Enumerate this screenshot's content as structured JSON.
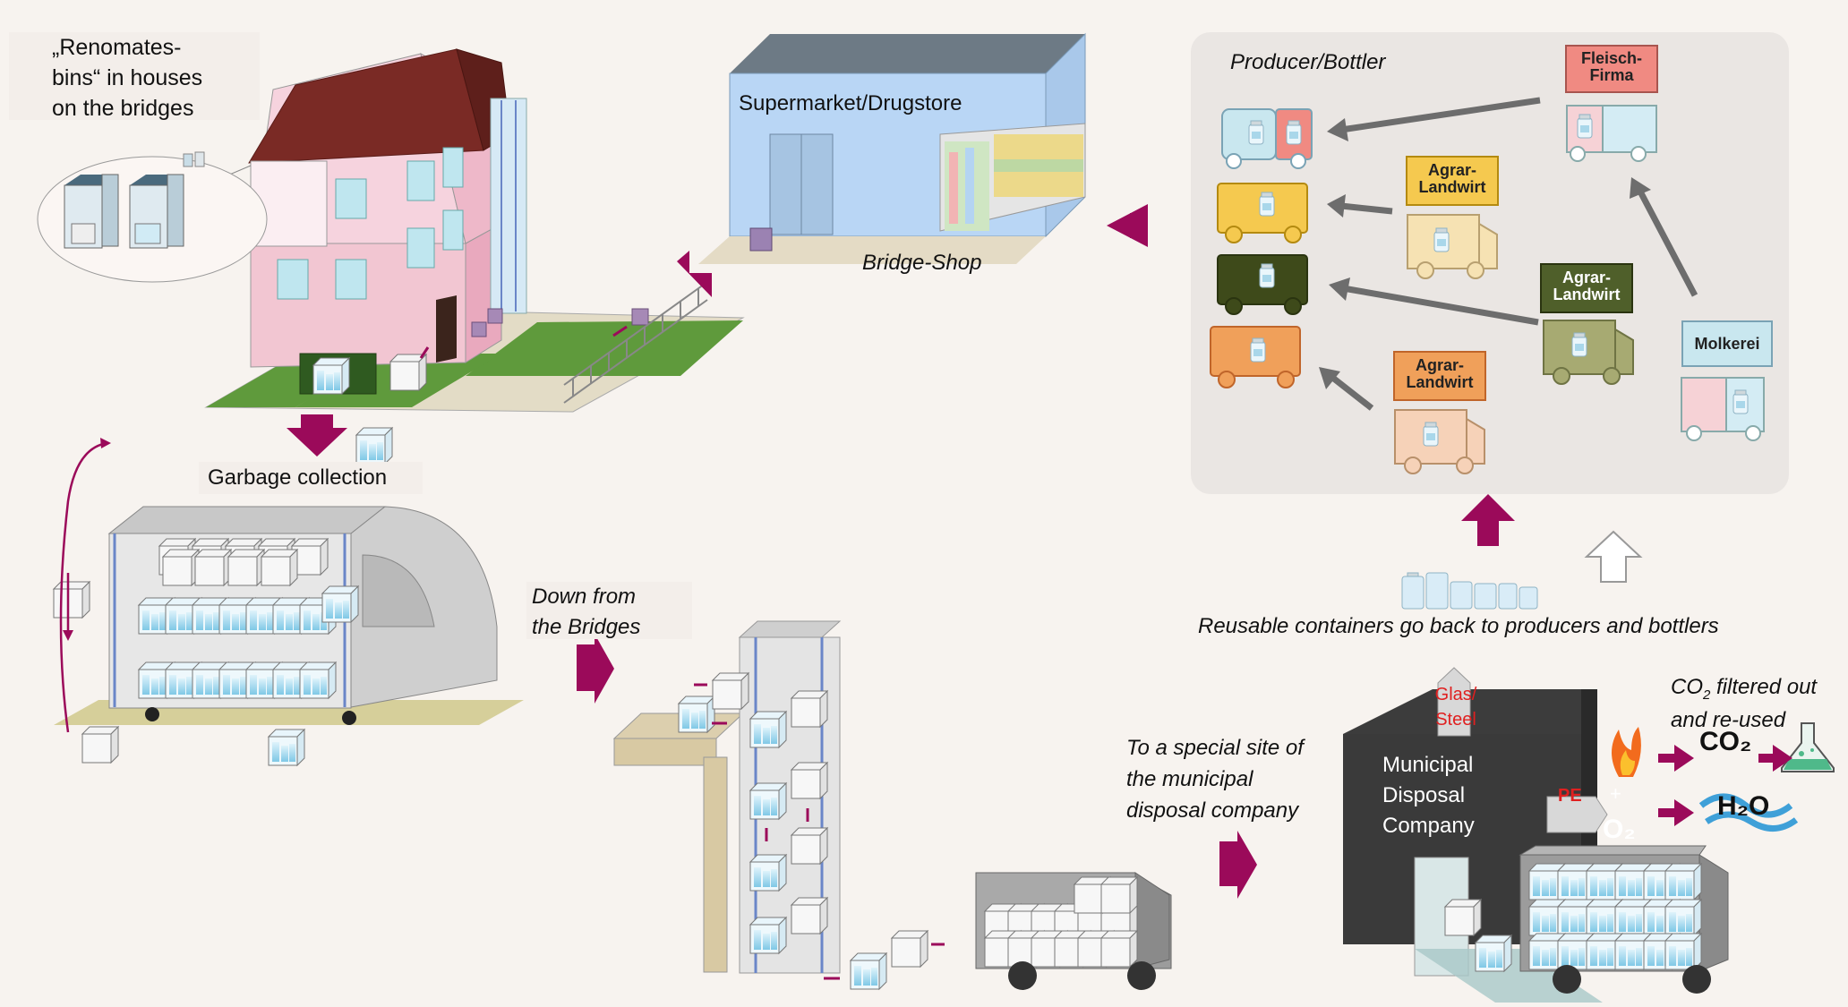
{
  "labels": {
    "bins_line1": "„Renomates-",
    "bins_line2": "bins“ in houses",
    "bins_line3": "on the bridges",
    "supermarket": "Supermarket/Drugstore",
    "bridge_shop": "Bridge-Shop",
    "garbage": "Garbage collection",
    "down_line1": "Down from",
    "down_line2": "the Bridges",
    "special_line1": "To a special site of",
    "special_line2": "the municipal",
    "special_line3": "disposal company",
    "producer": "Producer/Bottler",
    "reusable": "Reusable containers go back to producers and bottlers",
    "co2_line1": "CO",
    "co2_sub": "2",
    "co2_line1_rest": " filtered out",
    "co2_line2": "and re-used",
    "co2": "CO₂",
    "h2o": "H₂O",
    "glas_line1": "Glas/",
    "glas_line2": "Steel",
    "pe": "PE",
    "plus": "+",
    "o2": "O₂",
    "disposal_line1": "Municipal",
    "disposal_line2": "Disposal",
    "disposal_line3": "Company"
  },
  "producers": {
    "fleisch_line1": "Fleisch-",
    "fleisch_line2": "Firma",
    "agrar1_line1": "Agrar-",
    "agrar1_line2": "Landwirt",
    "agrar2_line1": "Agrar-",
    "agrar2_line2": "Landwirt",
    "agrar3_line1": "Agrar-",
    "agrar3_line2": "Landwirt",
    "molkerei": "Molkerei"
  },
  "icons": [
    "fire-icon",
    "flask-icon",
    "water-wave-icon",
    "arrow-icon",
    "truck-icon",
    "container-icon"
  ],
  "colors": {
    "accent": "#9b0a5a",
    "panel": "#eae6e3",
    "house": "#f2c6d2",
    "roof": "#7a2a25",
    "grass": "#5f9a3c",
    "shop": "#b9d6f5",
    "fleisch": "#f08a82",
    "agrar_yellow": "#f5c94f",
    "agrar_green": "#4f5f2a",
    "agrar_orange": "#f0a05a",
    "molkerei": "#c9e7ef",
    "disposal": "#3c3c3c"
  }
}
